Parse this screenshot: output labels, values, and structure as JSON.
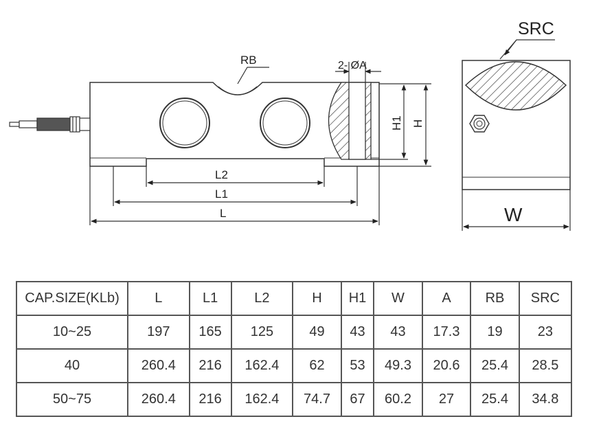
{
  "drawing": {
    "labels": {
      "rb": "RB",
      "hole": "2- ØA",
      "h1": "H1",
      "h": "H",
      "l2": "L2",
      "l1": "L1",
      "l": "L",
      "src": "SRC",
      "w": "W"
    }
  },
  "table": {
    "headers": [
      "CAP.SIZE(KLb)",
      "L",
      "L1",
      "L2",
      "H",
      "H1",
      "W",
      "A",
      "RB",
      "SRC"
    ],
    "rows": [
      [
        "10~25",
        "197",
        "165",
        "125",
        "49",
        "43",
        "43",
        "17.3",
        "19",
        "23"
      ],
      [
        "40",
        "260.4",
        "216",
        "162.4",
        "62",
        "53",
        "49.3",
        "20.6",
        "25.4",
        "28.5"
      ],
      [
        "50~75",
        "260.4",
        "216",
        "162.4",
        "74.7",
        "67",
        "60.2",
        "27",
        "25.4",
        "34.8"
      ]
    ]
  }
}
